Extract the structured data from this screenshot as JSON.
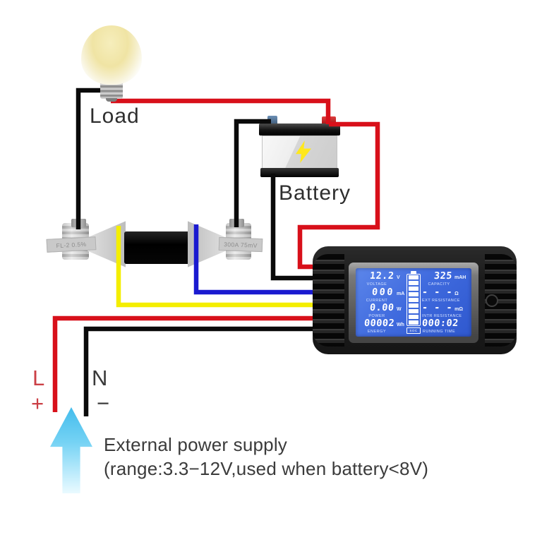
{
  "diagram": {
    "load_label": "Load",
    "battery_label": "Battery",
    "line_label": "L",
    "line_plus": "+",
    "neutral_label": "N",
    "neutral_minus": "−",
    "note_line1": "External power supply",
    "note_line2": "(range:3.3−12V,used when battery<8V)"
  },
  "shunt": {
    "left_tag": "FL-2 0.5%",
    "right_tag": "300A 75mV"
  },
  "meter": {
    "soc_label": "SOC",
    "readings": {
      "voltage": {
        "value": "12.2",
        "unit": "V",
        "label": "VOLTAGE"
      },
      "current": {
        "value": "000",
        "unit": "mA",
        "label": "CURRENT"
      },
      "power": {
        "value": "0.00",
        "unit": "W",
        "label": "POWER"
      },
      "energy": {
        "value": "00002",
        "unit": "Wh",
        "label": "ENERGY"
      },
      "capacity": {
        "value": "325",
        "unit": "mAH",
        "label": "CAPACITY"
      },
      "ext_resistance": {
        "value": "- - -",
        "unit": "Ω",
        "label": "EXT RESISTANCE"
      },
      "intr_resistance": {
        "value": "- - -",
        "unit": "mΩ",
        "label": "INTR RESISTANCE"
      },
      "running_time": {
        "value": "000:02",
        "unit": "",
        "label": "RUNNING TIME"
      }
    }
  },
  "colors": {
    "wire_red": "#d8101a",
    "wire_black": "#0a0a0a",
    "wire_blue": "#1a1ad0",
    "wire_yellow": "#f4ee00",
    "lcd_blue": "#3f6ade",
    "arrow_blue": "#55c4ef"
  }
}
